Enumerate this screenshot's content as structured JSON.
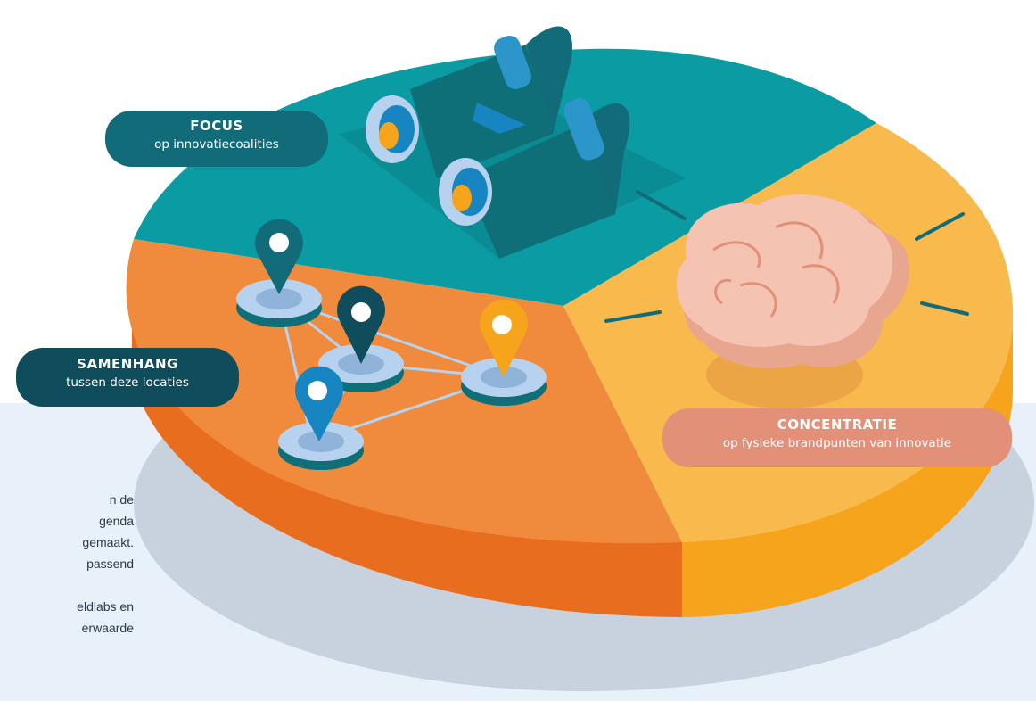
{
  "labels": {
    "focus": {
      "title": "FOCUS",
      "subtitle": "op innovatiecoalities"
    },
    "samenhang": {
      "title": "SAMENHANG",
      "subtitle": "tussen deze locaties"
    },
    "concentratie": {
      "title": "CONCENTRATIE",
      "subtitle": "op fysieke brandpunten van innovatie"
    }
  },
  "side_text_lines": [
    "n de",
    "genda",
    "gemaakt.",
    "passend",
    "",
    "eldlabs en",
    "erwaarde"
  ],
  "icons": [
    "binoculars-icon",
    "brain-icon",
    "location-pin-icon"
  ],
  "colors": {
    "teal": "#0b9ba3",
    "orange": "#f08a3c",
    "yellow": "#f8b94d",
    "background_panel": "#e8f0fa"
  }
}
